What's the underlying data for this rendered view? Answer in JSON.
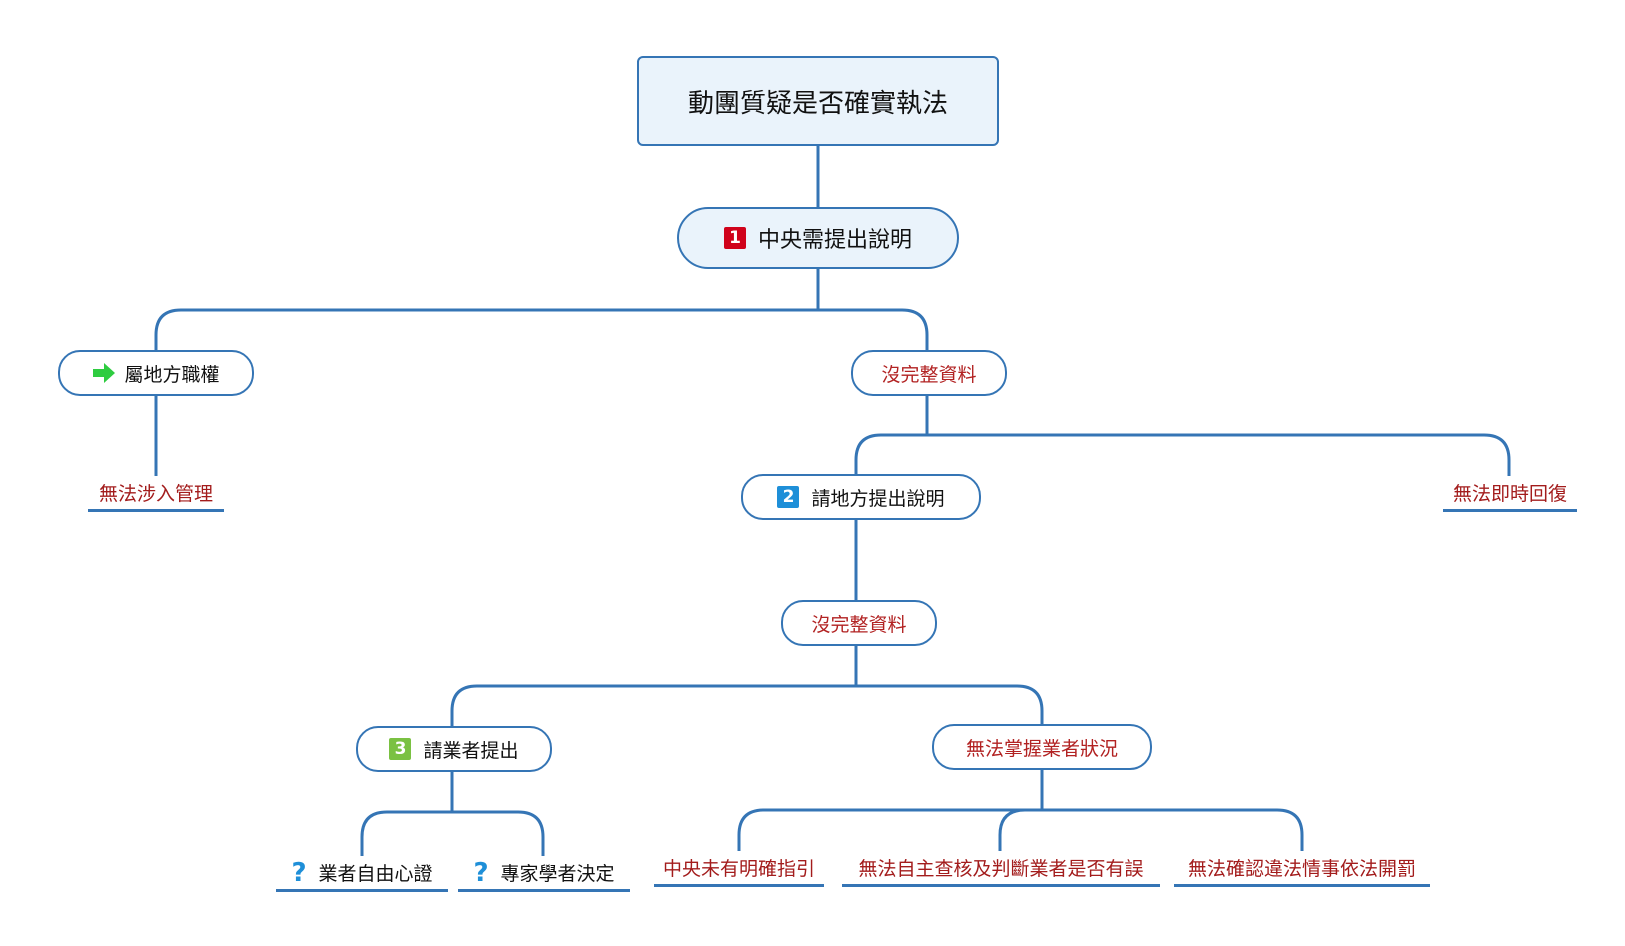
{
  "root": {
    "label": "動團質疑是否確實執法"
  },
  "step1": {
    "badge": "1",
    "label": "中央需提出說明",
    "badge_color": "#d0021b"
  },
  "left_branch": {
    "label": "屬地方職權",
    "leaf": "無法涉入管理",
    "icon": "green-arrow-icon",
    "icon_color": "#2ecc40"
  },
  "right_branch": {
    "label": "沒完整資料",
    "leaf": "無法即時回復"
  },
  "step2": {
    "badge": "2",
    "label": "請地方提出說明",
    "badge_color": "#1e8fd8"
  },
  "step2_result": {
    "label": "沒完整資料"
  },
  "step3": {
    "badge": "3",
    "label": "請業者提出",
    "badge_color": "#7ac142"
  },
  "step3_leaves": [
    "業者自由心證",
    "專家學者決定"
  ],
  "unknown_branch": {
    "label": "無法掌握業者狀況"
  },
  "unknown_leaves": [
    "中央未有明確指引",
    "無法自主查核及判斷業者是否有誤",
    "無法確認違法情事依法開罰"
  ],
  "colors": {
    "line": "#3575b5",
    "red_text": "#b22222",
    "question_icon": "#1e8fd8"
  }
}
